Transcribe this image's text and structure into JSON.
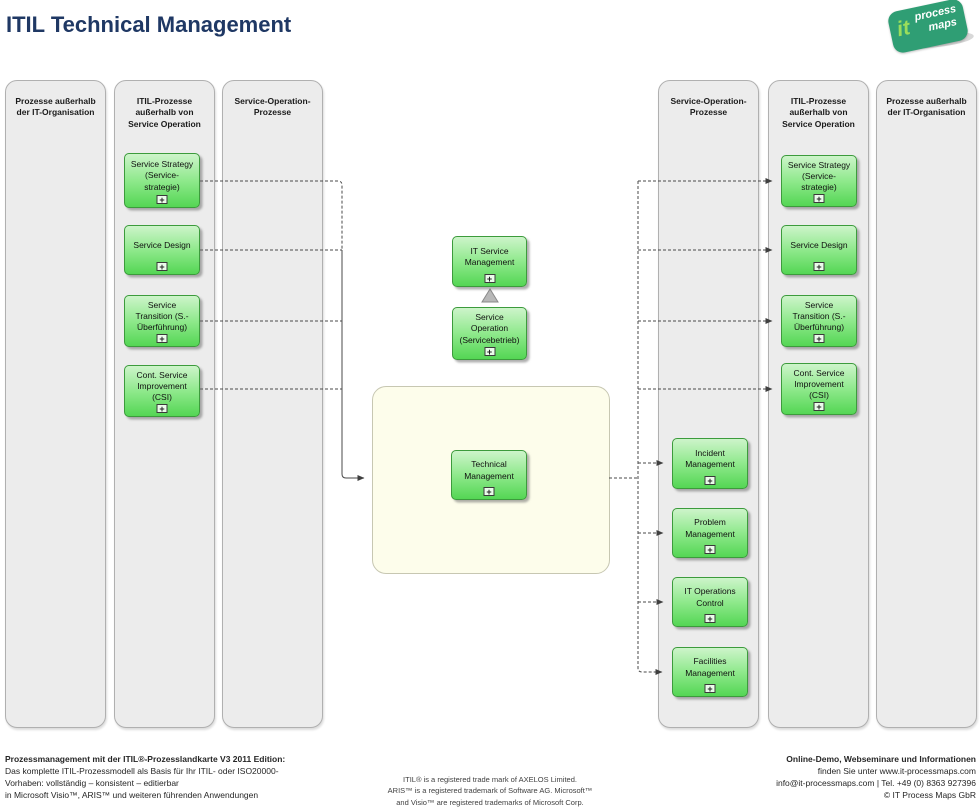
{
  "title": "ITIL Technical Management",
  "logo": {
    "it": "it",
    "word1": "process",
    "word2": "maps"
  },
  "icons": {
    "expand": "+"
  },
  "lanes": [
    {
      "header": "Prozesse außerhalb\nder IT-Organisation"
    },
    {
      "header": "ITIL-Prozesse\naußerhalb von\nService Operation"
    },
    {
      "header": "Service-Operation-\nProzesse"
    },
    {
      "header": "Service-Operation-\nProzesse"
    },
    {
      "header": "ITIL-Prozesse\naußerhalb von\nService Operation"
    },
    {
      "header": "Prozesse außerhalb\nder IT-Organisation"
    }
  ],
  "processes": {
    "itil": [
      "Service Strategy\n(Service-\nstrategie)",
      "Service Design",
      "Service\nTransition (S.-\nÜberführung)",
      "Cont. Service\nImprovement\n(CSI)"
    ],
    "service_operation": [
      "Incident\nManagement",
      "Problem\nManagement",
      "IT Operations\nControl",
      "Facilities\nManagement"
    ],
    "center": {
      "it_service_management": "IT Service\nManagement",
      "service_operation": "Service\nOperation\n(Servicebetrieb)",
      "technical_management": "Technical\nManagement"
    }
  },
  "footer": {
    "left": {
      "line1": "Prozessmanagement mit der ITIL®-Prozesslandkarte V3 2011 Edition:",
      "line2": "Das komplette ITIL-Prozessmodell als Basis für Ihr ITIL- oder ISO20000-",
      "line3": "Vorhaben: vollständig – konsistent – editierbar",
      "line4": "in Microsoft Visio™, ARIS™ und weiteren führenden Anwendungen"
    },
    "center": {
      "line1": "ITIL® is a registered trade mark of AXELOS Limited.",
      "line2": "ARIS™ is a registered trademark of Software AG. Microsoft™",
      "line3": "and Visio™ are registered trademarks of Microsoft Corp."
    },
    "right": {
      "line1": "Online-Demo, Webseminare und Informationen",
      "line2": "finden Sie unter www.it-processmaps.com",
      "line3": "info@it-processmaps.com | Tel. +49 (0) 8363 927396",
      "line4": "© IT Process Maps GbR"
    }
  },
  "colors": {
    "title": "#1F3864",
    "box_green_top": "#CDF4CA",
    "box_green_bottom": "#54D654",
    "box_border": "#3C9B3C",
    "lane_bg": "#ECECEC",
    "container_bg": "#FDFDEB",
    "logo_bg": "#2F9E74",
    "logo_it": "#9ADE5B",
    "connector": "#4A4A4A"
  }
}
